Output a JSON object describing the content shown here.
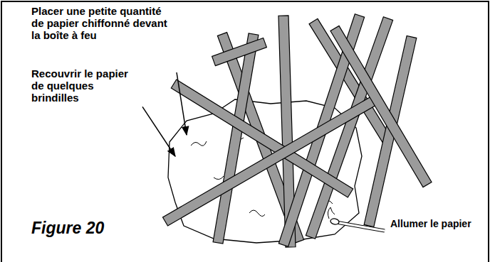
{
  "diagram": {
    "caption": "Figure 20",
    "labels": [
      "Placer une petite quantité de papier chiffonné devant la boîte à feu",
      "Recouvrir le papier de quelques brindilles",
      "Allumer le papier"
    ]
  }
}
